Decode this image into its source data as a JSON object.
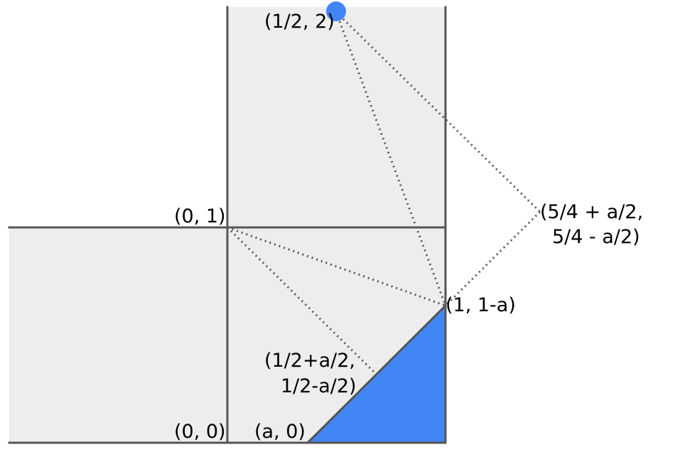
{
  "labels": {
    "top_point": "(1/2, 2)",
    "left_top_corner": "(0, 1)",
    "origin": "(0, 0)",
    "a_point": "(a, 0)",
    "right_mid": "(1, 1-a)",
    "reflected_line1": "(5/4 + a/2,",
    "reflected_line2": "5/4 - a/2)",
    "foot_line1": "(1/2+a/2,",
    "foot_line2": "1/2-a/2)"
  },
  "colors": {
    "square_fill": "#ededed",
    "edge": "#555555",
    "highlight": "#4285f4"
  }
}
